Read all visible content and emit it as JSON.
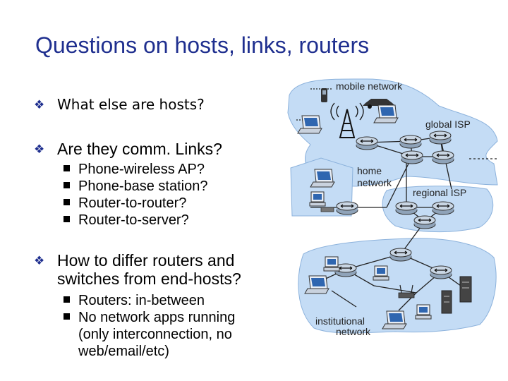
{
  "title": "Questions on hosts, links, routers",
  "bullets": [
    {
      "text": "What else are hosts?"
    },
    {
      "text": "Are they comm. Links?",
      "subs": [
        "Phone-wireless AP?",
        "Phone-base station?",
        "Router-to-router?",
        "Router-to-server?"
      ]
    },
    {
      "text_line1": "How to differ routers and",
      "text_line2": "switches from end-hosts?",
      "subs": [
        "Routers: in-between",
        "No network apps running"
      ],
      "sub_continuation": [
        "(only interconnection, no",
        "web/email/etc)"
      ]
    }
  ],
  "diagram": {
    "labels": {
      "mobile": "mobile network",
      "global_isp": "global ISP",
      "home_line1": "home",
      "home_line2": "network",
      "regional_isp": "regional ISP",
      "inst_line1": "institutional",
      "inst_line2": "network"
    },
    "colors": {
      "cloud": "#c4dcf5",
      "cloud_edge": "#8cb2dc",
      "router": "#b8c7d8",
      "link": "#222222"
    }
  }
}
